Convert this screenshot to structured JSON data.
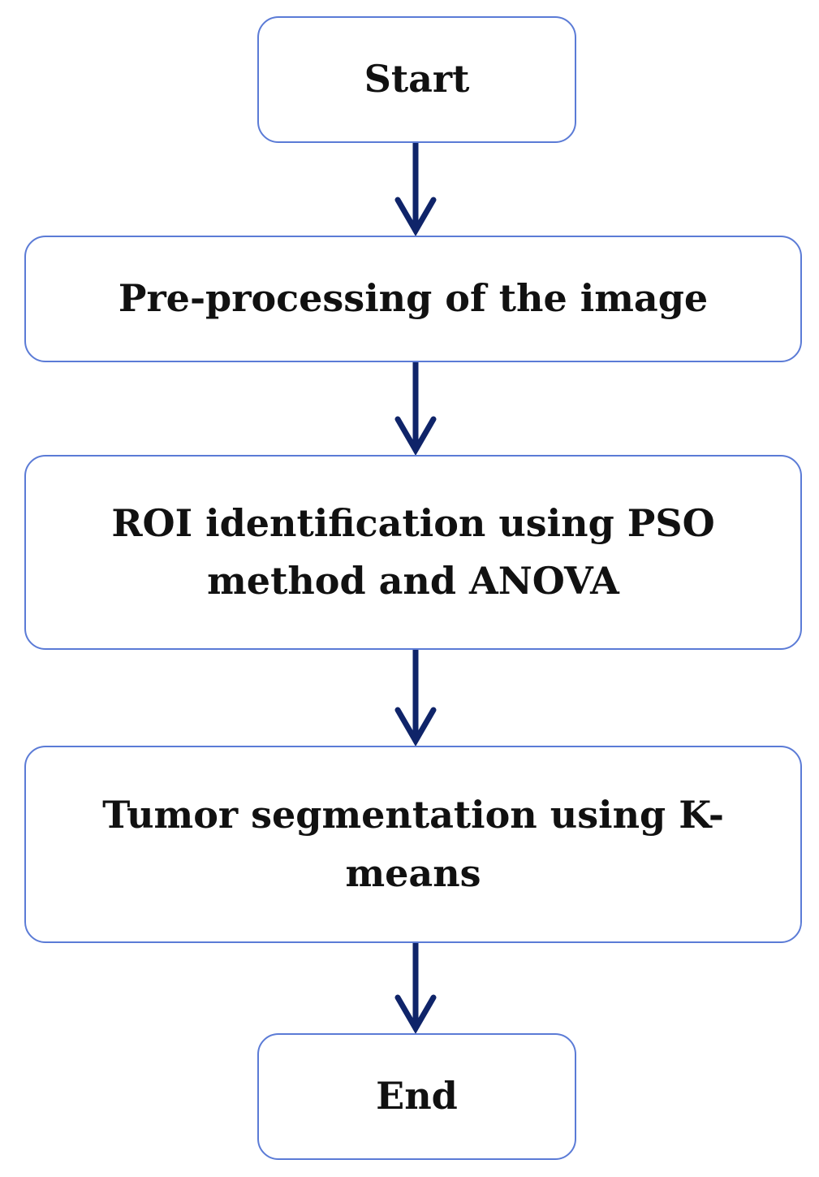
{
  "flowchart": {
    "nodes": [
      {
        "id": "start",
        "label": "Start"
      },
      {
        "id": "preprocess",
        "label": "Pre-processing of the image"
      },
      {
        "id": "roi",
        "label": "ROI identification using PSO method and ANOVA"
      },
      {
        "id": "tumor",
        "label": "Tumor segmentation using K-means"
      },
      {
        "id": "end",
        "label": "End"
      }
    ],
    "edges": [
      {
        "from": "start",
        "to": "preprocess"
      },
      {
        "from": "preprocess",
        "to": "roi"
      },
      {
        "from": "roi",
        "to": "tumor"
      },
      {
        "from": "tumor",
        "to": "end"
      }
    ]
  },
  "colors": {
    "box_border": "#5b7bd6",
    "arrow": "#0f2469",
    "text": "#111111"
  }
}
